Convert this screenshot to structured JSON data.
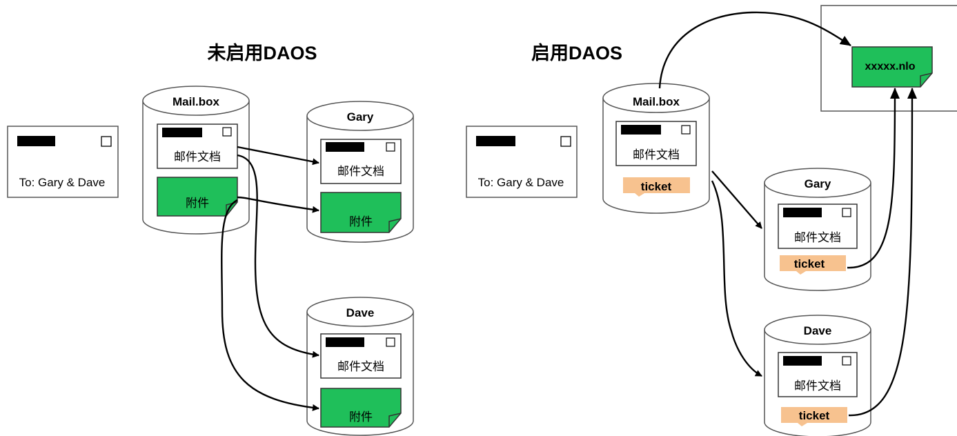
{
  "titles": {
    "left": "未启用DAOS",
    "right": "启用DAOS"
  },
  "envelope": {
    "to_text": "To: Gary & Dave"
  },
  "databases": {
    "mailbox": "Mail.box",
    "gary": "Gary",
    "dave": "Dave"
  },
  "document_label": "邮件文档",
  "attachment_label": "附件",
  "ticket_label": "ticket",
  "nlo_file": "xxxxx.nlo",
  "colors": {
    "attachment_green": "#1fbf5a",
    "ticket_orange": "#f7c28f",
    "outline": "#555555"
  },
  "icons": {
    "envelope_icon": "envelope",
    "redacted_block": "black-bar",
    "checkbox_icon": "small-square"
  }
}
